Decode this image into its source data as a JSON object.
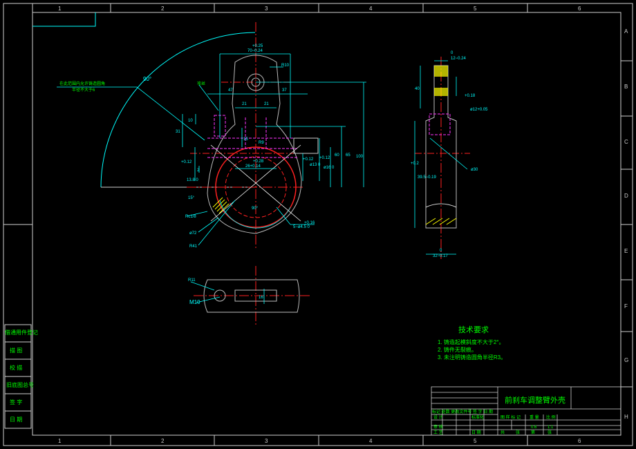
{
  "sheet": {
    "col_labels": [
      "1",
      "2",
      "3",
      "4",
      "5",
      "6"
    ],
    "row_labels": [
      "A",
      "B",
      "C",
      "D",
      "E",
      "F",
      "G",
      "H"
    ]
  },
  "side_table": {
    "rows": [
      "借通用件登记",
      "描 图",
      "校 描",
      "旧底图总号",
      "签 字",
      "日 期"
    ]
  },
  "front_view": {
    "angle_90": "90°",
    "note_casting": "在此范围内允许铸造圆角",
    "note_casting2": "半径不大于6",
    "label_tap": "攻丝",
    "dim_tol_top": "+0.25",
    "dim_70": "70−0.24",
    "dim_r10": "R10",
    "dim_47": "47",
    "dim_37": "37",
    "dim_21a": "21",
    "dim_21b": "21",
    "dim_10": "10",
    "dim_31": "31",
    "dim_15": "15",
    "dim_r9": "R9",
    "dim_tol_012a": "+0.12",
    "dim_138": "13.8 0",
    "dim_2": "2",
    "dim_tol_028": "+0.28",
    "dim_26": "26+0.14",
    "dim_tol_012b": "+0.12",
    "dim_13": "ø13 0",
    "dim_tol_012c": "+0.12",
    "dim_16": "ø16 0",
    "dim_60": "60",
    "dim_65": "65",
    "dim_100": "100",
    "dim_15deg": "15°",
    "dim_90b": "90°",
    "dim_rc": "Rc1/8",
    "dim_72": "ø72",
    "dim_r41": "R41",
    "dim_5x": "5−ø4.5 0",
    "dim_tol_016": "+0.16"
  },
  "side_view": {
    "tol_0": "0",
    "dim_12": "12−0.24",
    "dim_40": "40",
    "tol_018": "+0.18",
    "dim_12b": "ø12+0.05",
    "tol_02": "+0.2",
    "dim_39": "39.5−0.19",
    "dim_30": "ø30",
    "tol_0b": "0",
    "dim_32": "32−0.17"
  },
  "bottom_view": {
    "dim_r11": "R11",
    "dim_m10": "M10",
    "dim_16": "16"
  },
  "tech": {
    "title": "技术要求",
    "items": [
      "1. 铸造起模斜度不大于2°。",
      "2. 铸件无裂痕。",
      "3. 未注明铸造圆角半径R3。"
    ]
  },
  "title_block": {
    "part_name": "前刹车调整臂外壳",
    "row_labels1": "标记 处数  更改文件号  签 字  日 期",
    "row_label_design": "设 计",
    "row_label_std": "标准化",
    "row_label_check": "审 核",
    "row_label_craft": "工 艺",
    "row_label_date": "日 期",
    "stage_label": "图 样 标 记",
    "weight_label": "重 量",
    "scale_label": "比 例",
    "scale_val": "1:1",
    "weight_val": "0.6",
    "sheets_label": "共",
    "sheet_label": "第",
    "sheet_unit1": "张",
    "sheet_unit2": "张"
  }
}
